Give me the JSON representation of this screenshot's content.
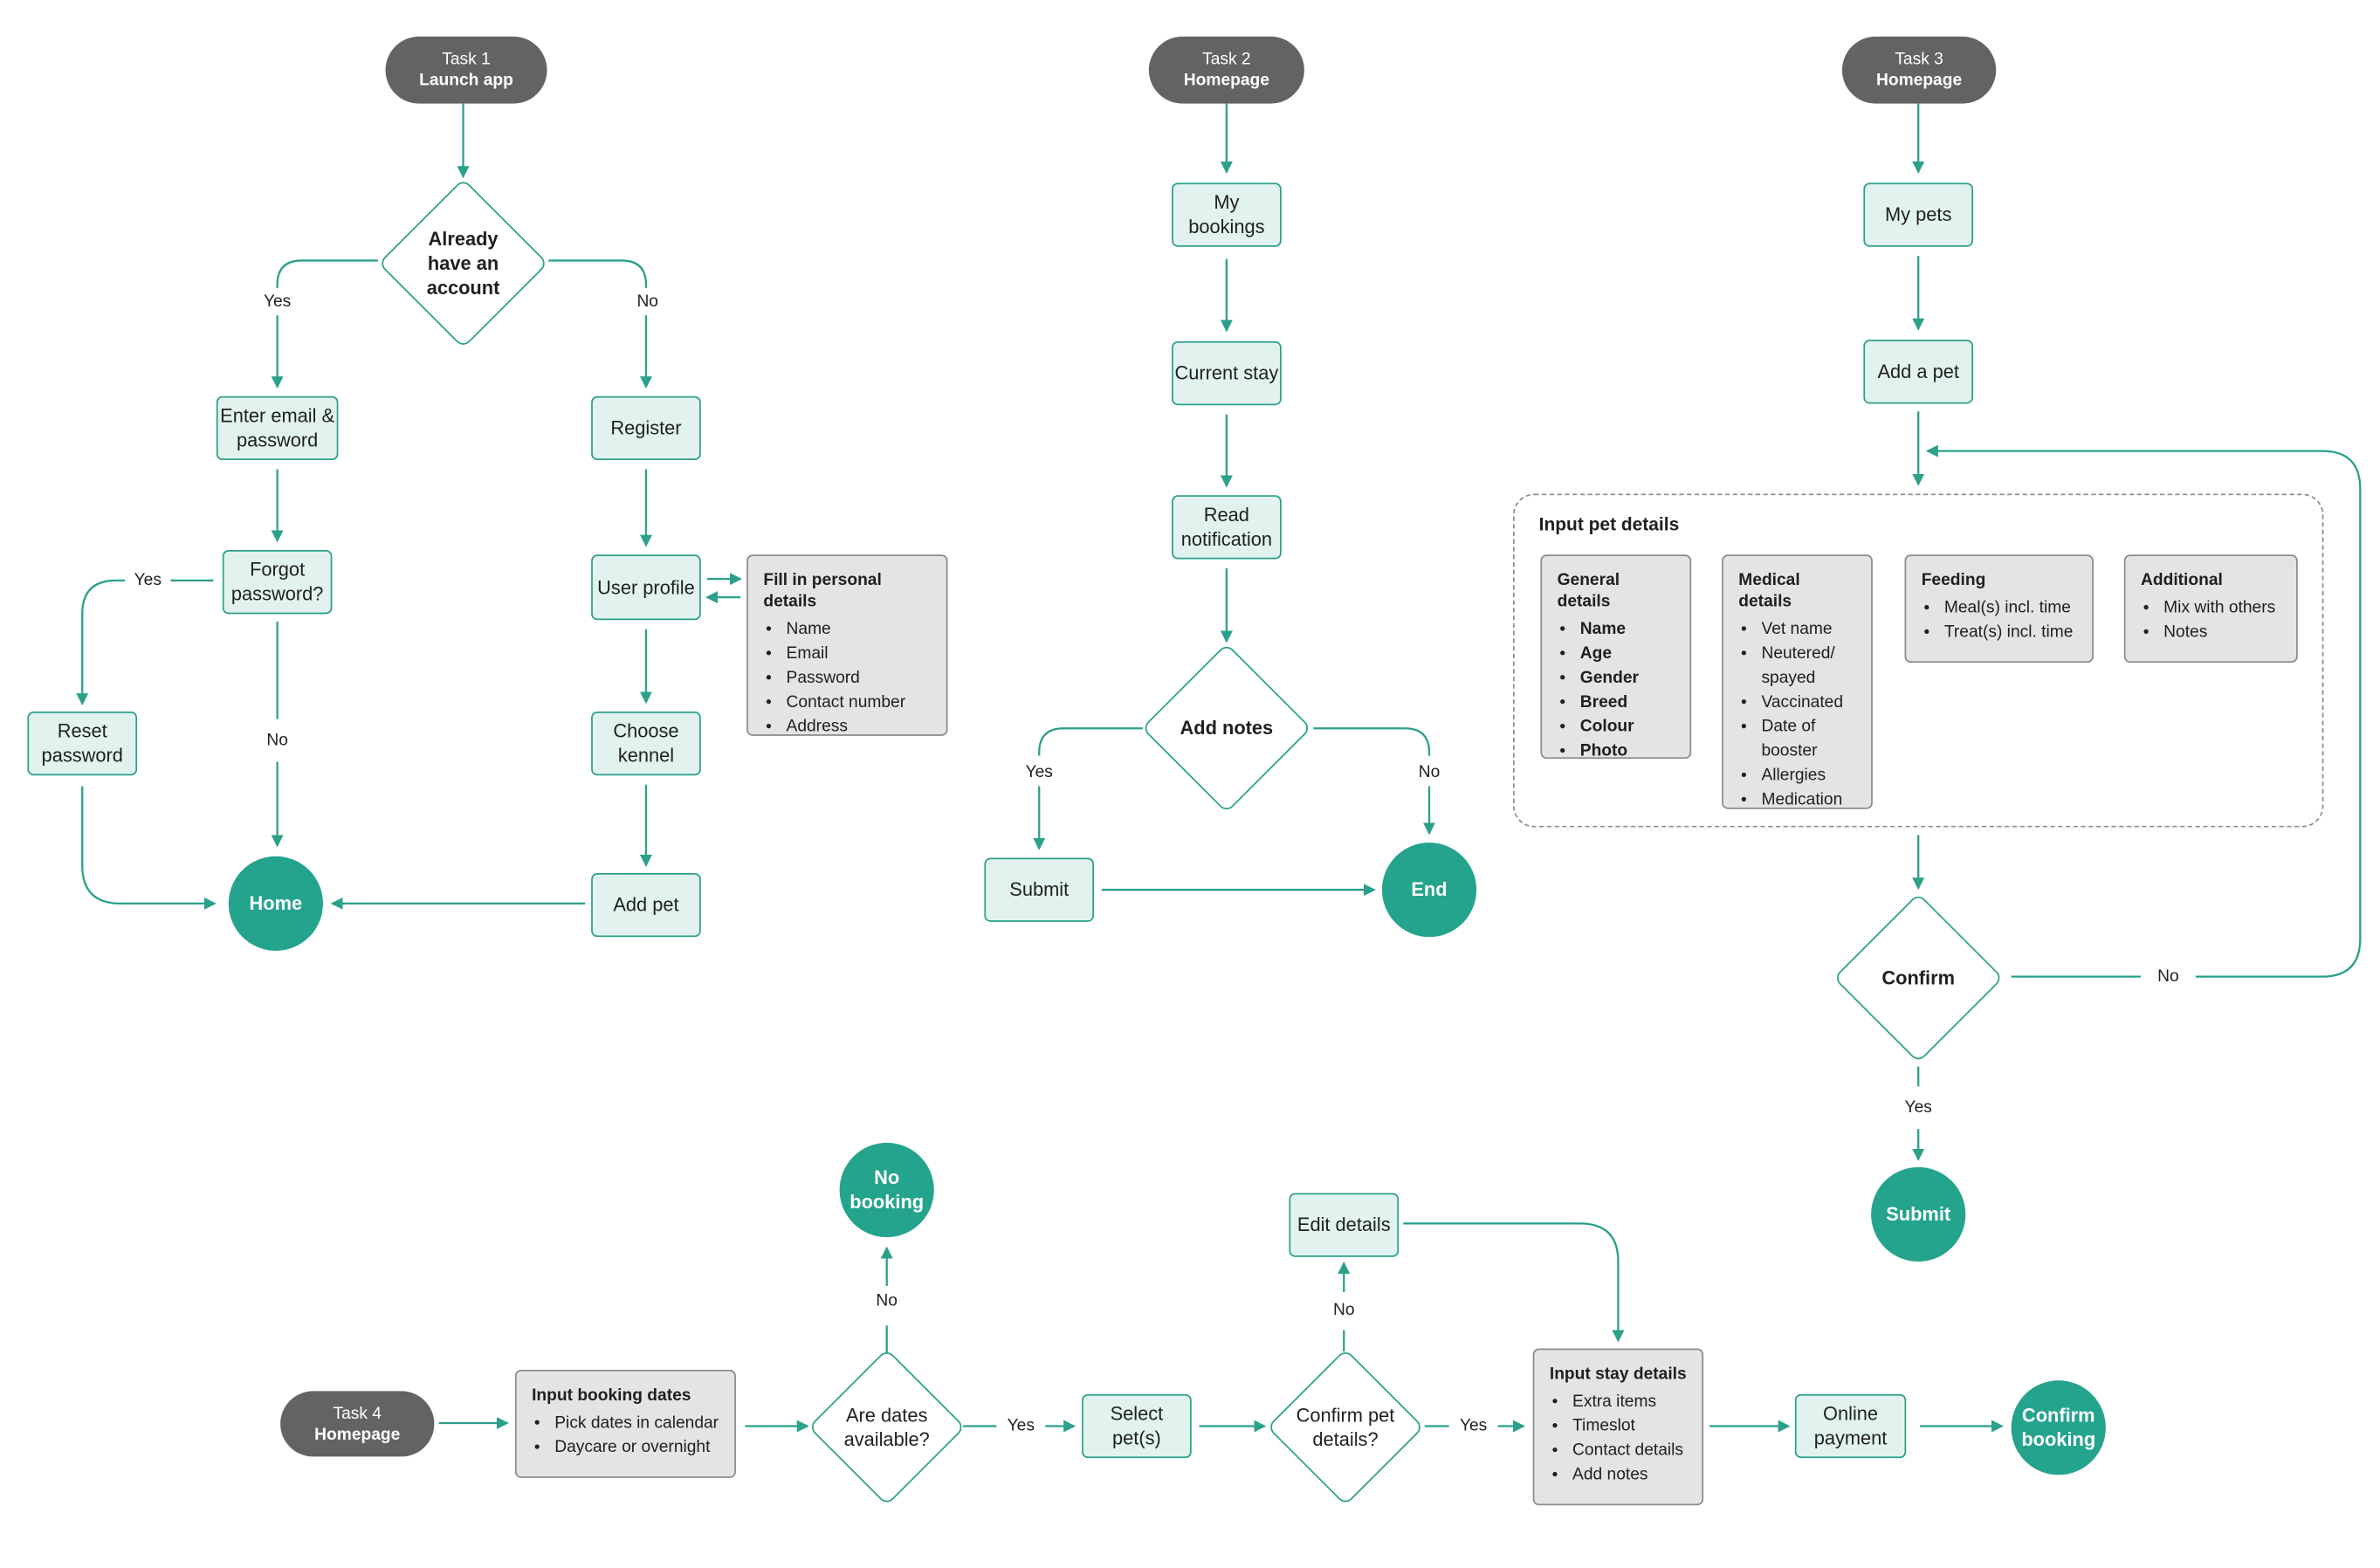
{
  "colors": {
    "accent": "#2ba08a",
    "node_fill": "#e2f3ef",
    "terminal": "#24a38d",
    "task_pill": "#636363",
    "note_fill": "#e4e4e4"
  },
  "labels": {
    "yes": "Yes",
    "no": "No"
  },
  "task1": {
    "start": {
      "task": "Task 1",
      "title": "Launch app"
    },
    "decision_account": "Already have an account",
    "enter_email": "Enter email & password",
    "forgot": "Forgot password?",
    "reset": "Reset password",
    "home": "Home",
    "register": "Register",
    "user_profile": "User profile",
    "choose_kennel": "Choose kennel",
    "add_pet": "Add pet",
    "personal_details": {
      "title": "Fill in personal details",
      "items": [
        "Name",
        "Email",
        "Password",
        "Contact number",
        "Address"
      ]
    }
  },
  "task2": {
    "start": {
      "task": "Task 2",
      "title": "Homepage"
    },
    "my_bookings": "My bookings",
    "current_stay": "Current stay",
    "read_notification": "Read notification",
    "decision_notes": "Add notes",
    "submit": "Submit",
    "end": "End"
  },
  "task3": {
    "start": {
      "task": "Task 3",
      "title": "Homepage"
    },
    "my_pets": "My pets",
    "add_a_pet": "Add a pet",
    "input_title": "Input pet details",
    "general": {
      "title": "General details",
      "items": [
        "Name",
        "Age",
        "Gender",
        "Breed",
        "Colour",
        "Photo"
      ]
    },
    "medical": {
      "title": "Medical details",
      "items": [
        "Vet name",
        "Neutered/ spayed",
        "Vaccinated",
        "Date of booster",
        "Allergies",
        "Medication"
      ]
    },
    "feeding": {
      "title": "Feeding",
      "items": [
        "Meal(s) incl. time",
        "Treat(s) incl. time"
      ]
    },
    "additional": {
      "title": "Additional",
      "items": [
        "Mix with others",
        "Notes"
      ]
    },
    "decision_confirm": "Confirm",
    "submit": "Submit"
  },
  "task4": {
    "start": {
      "task": "Task 4",
      "title": "Homepage"
    },
    "booking_dates": {
      "title": "Input booking dates",
      "items": [
        "Pick dates in calendar",
        "Daycare or overnight"
      ]
    },
    "decision_dates": "Are dates available?",
    "no_booking": "No booking",
    "select_pets": "Select pet(s)",
    "decision_pet": "Confirm pet details?",
    "edit_details": "Edit details",
    "stay_details": {
      "title": "Input stay details",
      "items": [
        "Extra items",
        "Timeslot",
        "Contact details",
        "Add notes"
      ]
    },
    "online_payment": "Online payment",
    "confirm_booking": "Confirm booking"
  }
}
